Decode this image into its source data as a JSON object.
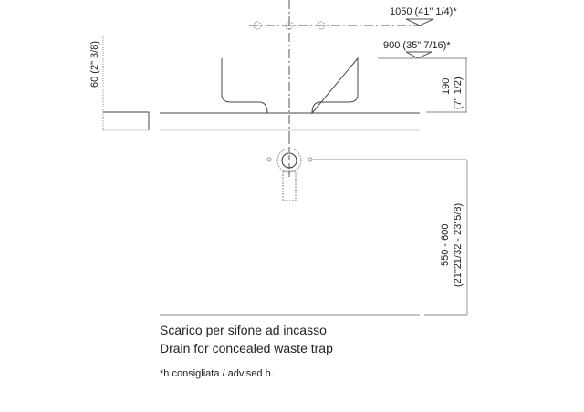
{
  "dimensions": {
    "height_1050": "1050 (41\" 1/4)*",
    "height_900": "900 (35\" 7/16)*",
    "counter_60": "60 (2\" 3/8)",
    "basin_190": "190",
    "basin_190_in": "(7\" 1/2)",
    "drain_range": "550 - 600",
    "drain_range_in": "(21\"21/32 - 23\"5/8)"
  },
  "caption": {
    "line1": "Scarico per sifone ad incasso",
    "line2": "Drain for concealed waste trap"
  },
  "footnote": "*h.consigliata / advised h."
}
